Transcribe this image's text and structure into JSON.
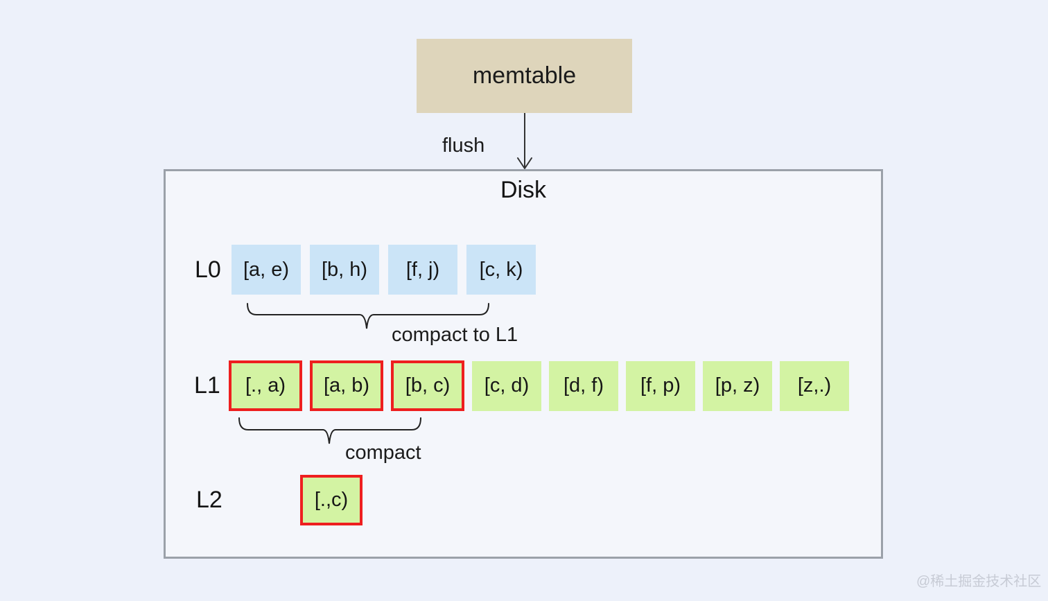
{
  "memtable": {
    "label": "memtable"
  },
  "flush": {
    "label": "flush"
  },
  "disk": {
    "title": "Disk",
    "l0": {
      "label": "L0",
      "boxes": [
        "[a, e)",
        "[b, h)",
        "[f, j)",
        "[c, k)"
      ],
      "brace_label": "compact to L1"
    },
    "l1": {
      "label": "L1",
      "boxes": [
        "[., a)",
        "[a, b)",
        "[b, c)",
        "[c, d)",
        "[d, f)",
        "[f, p)",
        "[p, z)",
        "[z,.)"
      ],
      "highlighted_indices": [
        0,
        1,
        2
      ],
      "brace_label": "compact"
    },
    "l2": {
      "label": "L2",
      "boxes": [
        "[.,c)"
      ],
      "highlighted_indices": [
        0
      ]
    }
  },
  "watermark": "@稀土掘金技术社区",
  "colors": {
    "page_background": "#edf1fa",
    "disk_fill": "#f4f6fb",
    "disk_border": "#9ba1a9",
    "memtable_fill": "#ded5bb",
    "l0_box_fill": "#cbe4f7",
    "l1_box_fill": "#d3f3a3",
    "highlight_border": "#ee1f1f",
    "text": "#161616",
    "watermark_text": "#c7cbd5"
  }
}
